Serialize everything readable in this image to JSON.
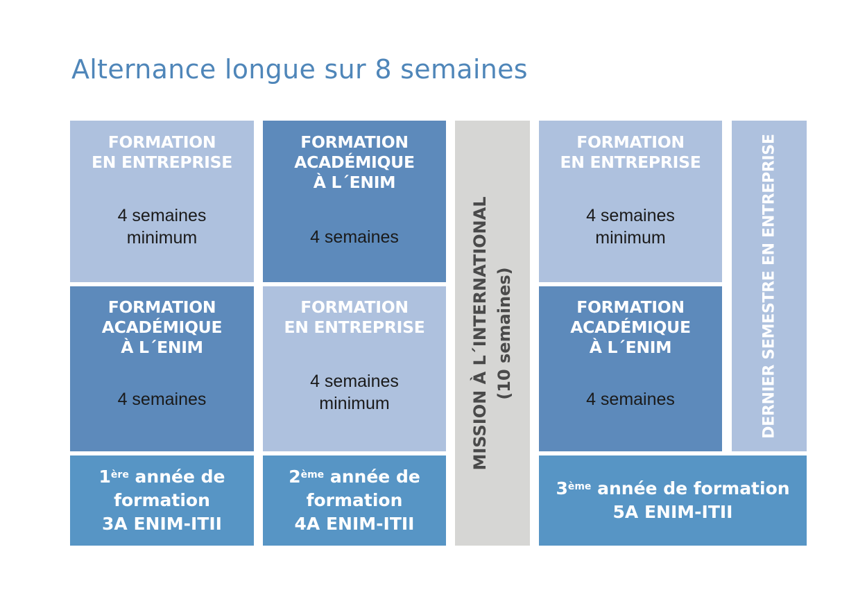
{
  "title": "Alternance longue sur 8 semaines",
  "colors": {
    "title": "#4f86b9",
    "light_block": "#aec1de",
    "dark_block": "#5d8abb",
    "year_block": "#5795c5",
    "mission_block": "#d6d6d4",
    "duration_text": "#1a1a1a"
  },
  "col1": {
    "top": {
      "heading": [
        "FORMATION",
        "EN ENTREPRISE"
      ],
      "duration": [
        "4 semaines",
        "minimum"
      ]
    },
    "middle": {
      "heading": [
        "FORMATION",
        "ACADÉMIQUE",
        "À L´ENIM"
      ],
      "duration": [
        "4 semaines"
      ]
    },
    "year": {
      "ordinal": "1",
      "sup": "ère",
      "line1_rest": " année de",
      "line2": "formation",
      "line3": "3A ENIM-ITII"
    }
  },
  "col2": {
    "top": {
      "heading": [
        "FORMATION",
        "ACADÉMIQUE",
        "À L´ENIM"
      ],
      "duration": [
        "4 semaines"
      ]
    },
    "middle": {
      "heading": [
        "FORMATION",
        "EN ENTREPRISE"
      ],
      "duration": [
        "4 semaines",
        "minimum"
      ]
    },
    "year": {
      "ordinal": "2",
      "sup": "ème",
      "line1_rest": " année de",
      "line2": "formation",
      "line3": "4A ENIM-ITII"
    }
  },
  "mission": {
    "line1": "MISSION À L´INTERNATIONAL",
    "line2": "(10 semaines)"
  },
  "col3": {
    "top": {
      "heading": [
        "FORMATION",
        "EN ENTREPRISE"
      ],
      "duration": [
        "4 semaines",
        "minimum"
      ]
    },
    "middle": {
      "heading": [
        "FORMATION",
        "ACADÉMIQUE",
        "À L´ENIM"
      ],
      "duration": [
        "4 semaines"
      ]
    }
  },
  "last_semester": "DERNIER SEMESTRE EN ENTREPRISE",
  "year3": {
    "ordinal": "3",
    "sup": "ème",
    "line1_rest": " année de formation",
    "line2": "5A ENIM-ITII"
  }
}
